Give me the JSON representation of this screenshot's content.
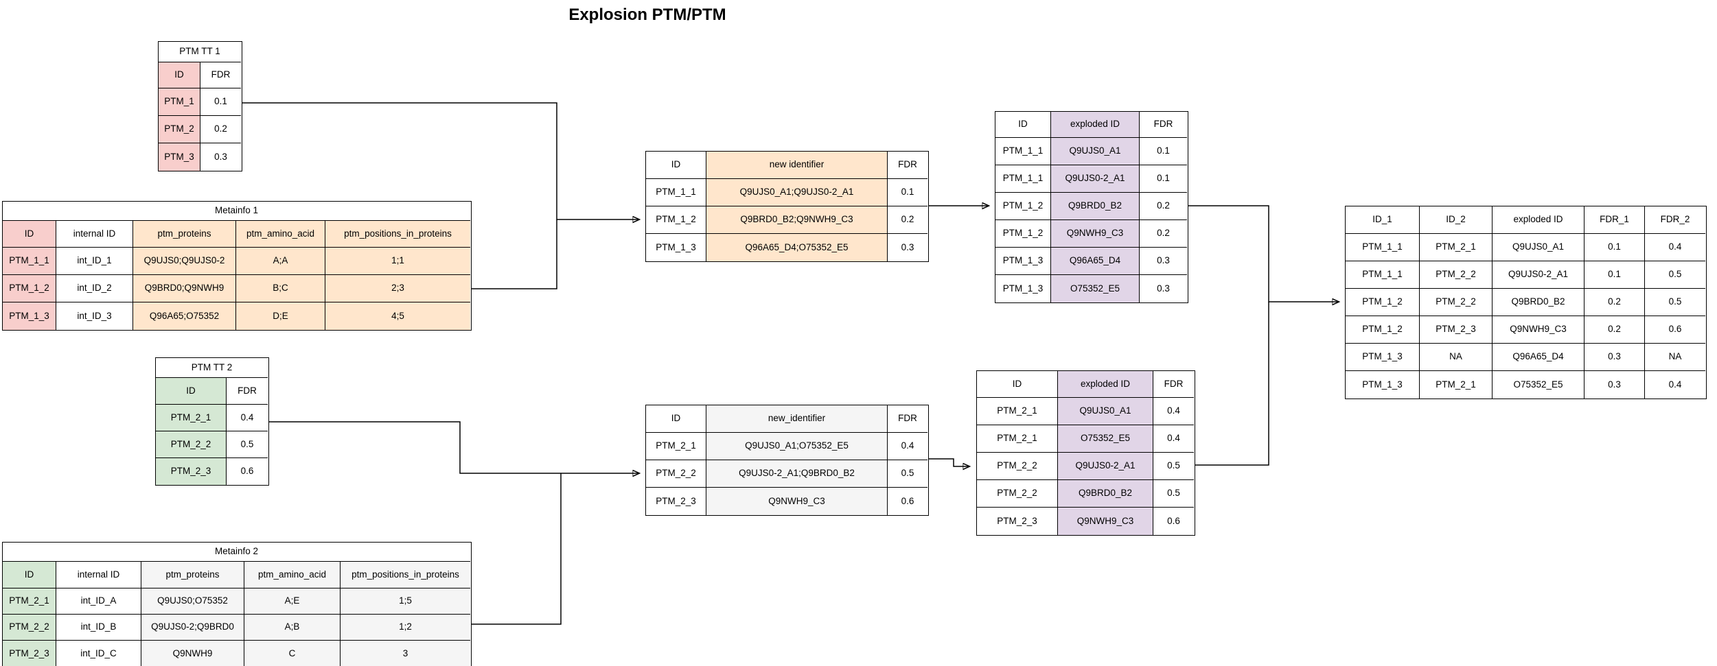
{
  "title": "Explosion PTM/PTM",
  "colors": {
    "pink": "#F8CECC",
    "green": "#D5E8D4",
    "orange": "#FFE6CC",
    "purple": "#E1D5E7",
    "gray": "#F5F5F5",
    "white": "#FFFFFF",
    "line": "#000000"
  },
  "tables": [
    {
      "id": "ptm-tt-1",
      "title": "PTM TT 1",
      "columns": [
        "ID",
        "FDR"
      ],
      "column_fills": [
        "pink",
        "white"
      ],
      "rows": [
        [
          "PTM_1",
          "0.1"
        ],
        [
          "PTM_2",
          "0.2"
        ],
        [
          "PTM_3",
          "0.3"
        ]
      ]
    },
    {
      "id": "metainfo-1",
      "title": "Metainfo 1",
      "columns": [
        "ID",
        "internal ID",
        "ptm_proteins",
        "ptm_amino_acid",
        "ptm_positions_in_proteins"
      ],
      "column_fills": [
        "pink",
        "white",
        "orange",
        "orange",
        "orange"
      ],
      "rows": [
        [
          "PTM_1_1",
          "int_ID_1",
          "Q9UJS0;Q9UJS0-2",
          "A;A",
          "1;1"
        ],
        [
          "PTM_1_2",
          "int_ID_2",
          "Q9BRD0;Q9NWH9",
          "B;C",
          "2;3"
        ],
        [
          "PTM_1_3",
          "int_ID_3",
          "Q96A65;O75352",
          "D;E",
          "4;5"
        ]
      ]
    },
    {
      "id": "ptm-tt-2",
      "title": "PTM TT 2",
      "columns": [
        "ID",
        "FDR"
      ],
      "column_fills": [
        "green",
        "white"
      ],
      "rows": [
        [
          "PTM_2_1",
          "0.4"
        ],
        [
          "PTM_2_2",
          "0.5"
        ],
        [
          "PTM_2_3",
          "0.6"
        ]
      ]
    },
    {
      "id": "metainfo-2",
      "title": "Metainfo 2",
      "columns": [
        "ID",
        "internal ID",
        "ptm_proteins",
        "ptm_amino_acid",
        "ptm_positions_in_proteins"
      ],
      "column_fills": [
        "green",
        "white",
        "gray",
        "gray",
        "gray"
      ],
      "rows": [
        [
          "PTM_2_1",
          "int_ID_A",
          "Q9UJS0;O75352",
          "A;E",
          "1;5"
        ],
        [
          "PTM_2_2",
          "int_ID_B",
          "Q9UJS0-2;Q9BRD0",
          "A;B",
          "1;2"
        ],
        [
          "PTM_2_3",
          "int_ID_C",
          "Q9NWH9",
          "C",
          "3"
        ]
      ]
    },
    {
      "id": "new-identifier-1",
      "title": null,
      "columns": [
        "ID",
        "new identifier",
        "FDR"
      ],
      "column_fills": [
        "white",
        "orange",
        "white"
      ],
      "rows": [
        [
          "PTM_1_1",
          "Q9UJS0_A1;Q9UJS0-2_A1",
          "0.1"
        ],
        [
          "PTM_1_2",
          "Q9BRD0_B2;Q9NWH9_C3",
          "0.2"
        ],
        [
          "PTM_1_3",
          "Q96A65_D4;O75352_E5",
          "0.3"
        ]
      ]
    },
    {
      "id": "new-identifier-2",
      "title": null,
      "columns": [
        "ID",
        "new_identifier",
        "FDR"
      ],
      "column_fills": [
        "white",
        "gray",
        "white"
      ],
      "rows": [
        [
          "PTM_2_1",
          "Q9UJS0_A1;O75352_E5",
          "0.4"
        ],
        [
          "PTM_2_2",
          "Q9UJS0-2_A1;Q9BRD0_B2",
          "0.5"
        ],
        [
          "PTM_2_3",
          "Q9NWH9_C3",
          "0.6"
        ]
      ]
    },
    {
      "id": "exploded-1",
      "title": null,
      "columns": [
        "ID",
        "exploded ID",
        "FDR"
      ],
      "column_fills": [
        "white",
        "purple",
        "white"
      ],
      "rows": [
        [
          "PTM_1_1",
          "Q9UJS0_A1",
          "0.1"
        ],
        [
          "PTM_1_1",
          "Q9UJS0-2_A1",
          "0.1"
        ],
        [
          "PTM_1_2",
          "Q9BRD0_B2",
          "0.2"
        ],
        [
          "PTM_1_2",
          "Q9NWH9_C3",
          "0.2"
        ],
        [
          "PTM_1_3",
          "Q96A65_D4",
          "0.3"
        ],
        [
          "PTM_1_3",
          "O75352_E5",
          "0.3"
        ]
      ]
    },
    {
      "id": "exploded-2",
      "title": null,
      "columns": [
        "ID",
        "exploded ID",
        "FDR"
      ],
      "column_fills": [
        "white",
        "purple",
        "white"
      ],
      "rows": [
        [
          "PTM_2_1",
          "Q9UJS0_A1",
          "0.4"
        ],
        [
          "PTM_2_1",
          "O75352_E5",
          "0.4"
        ],
        [
          "PTM_2_2",
          "Q9UJS0-2_A1",
          "0.5"
        ],
        [
          "PTM_2_2",
          "Q9BRD0_B2",
          "0.5"
        ],
        [
          "PTM_2_3",
          "Q9NWH9_C3",
          "0.6"
        ]
      ]
    },
    {
      "id": "result",
      "title": null,
      "columns": [
        "ID_1",
        "ID_2",
        "exploded ID",
        "FDR_1",
        "FDR_2"
      ],
      "column_fills": [
        "white",
        "white",
        "white",
        "white",
        "white"
      ],
      "rows": [
        [
          "PTM_1_1",
          "PTM_2_1",
          "Q9UJS0_A1",
          "0.1",
          "0.4"
        ],
        [
          "PTM_1_1",
          "PTM_2_2",
          "Q9UJS0-2_A1",
          "0.1",
          "0.5"
        ],
        [
          "PTM_1_2",
          "PTM_2_2",
          "Q9BRD0_B2",
          "0.2",
          "0.5"
        ],
        [
          "PTM_1_2",
          "PTM_2_3",
          "Q9NWH9_C3",
          "0.2",
          "0.6"
        ],
        [
          "PTM_1_3",
          "NA",
          "Q96A65_D4",
          "0.3",
          "NA"
        ],
        [
          "PTM_1_3",
          "PTM_2_1",
          "O75352_E5",
          "0.3",
          "0.4"
        ]
      ]
    }
  ]
}
